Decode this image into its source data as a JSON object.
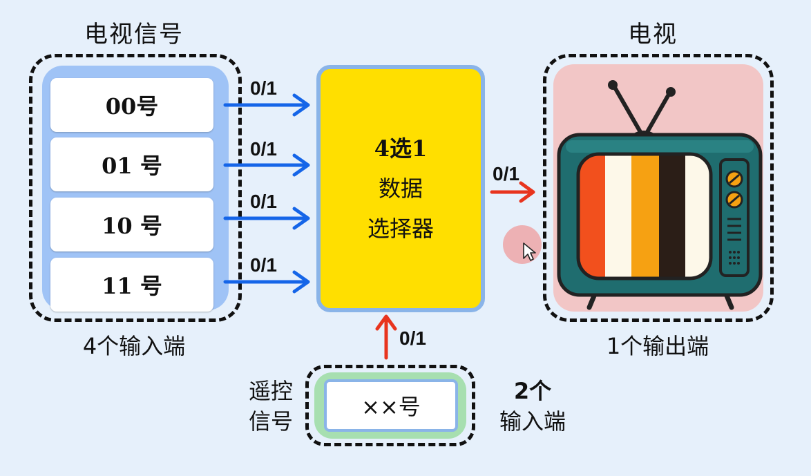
{
  "signals": {
    "title": "电视信号",
    "items": [
      "00号",
      "01 号",
      "10 号",
      "11 号"
    ],
    "caption": "4个输入端",
    "bit_label": "0/1"
  },
  "mux": {
    "line1": "4选1",
    "line2": "数据",
    "line3": "选择器"
  },
  "tv": {
    "title": "电视",
    "caption": "1个输出端",
    "bit_label": "0/1"
  },
  "remote": {
    "label_line1": "遥控",
    "label_line2": "信号",
    "value": "××号",
    "bit_label": "0/1",
    "count_line1": "2个",
    "count_line2": "输入端"
  },
  "colors": {
    "signal_arrow": "#1565e8",
    "output_arrow": "#e8341e",
    "mux_fill": "#ffdf00",
    "signal_panel": "#9fc3f6",
    "tv_panel": "#f2c6c6",
    "remote_panel": "#a7dfb0"
  },
  "icons": [
    "tv-icon",
    "mouse-cursor-icon"
  ]
}
